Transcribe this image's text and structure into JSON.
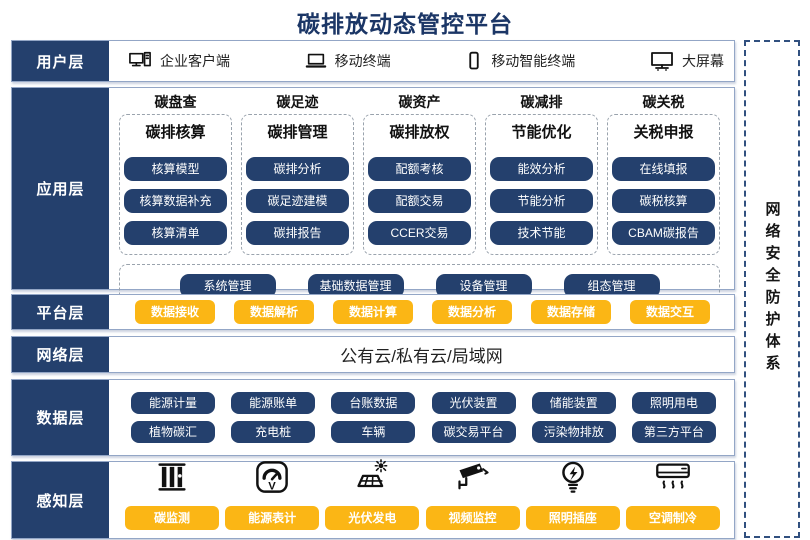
{
  "title": "碳排放动态管控平台",
  "colors": {
    "navy": "#24406d",
    "yellow": "#fbb615"
  },
  "security": {
    "label": "网络安全防护体系"
  },
  "user_layer": {
    "label": "用户层",
    "items": [
      {
        "icon": "desktop-pc-icon",
        "label": "企业客户端"
      },
      {
        "icon": "laptop-icon",
        "label": "移动终端"
      },
      {
        "icon": "smartphone-icon",
        "label": "移动智能终端"
      },
      {
        "icon": "monitor-icon",
        "label": "大屏幕"
      }
    ]
  },
  "application_layer": {
    "label": "应用层",
    "columns": [
      {
        "header": "碳盘查",
        "subheader": "碳排核算",
        "items": [
          "核算模型",
          "核算数据补充",
          "核算清单"
        ]
      },
      {
        "header": "碳足迹",
        "subheader": "碳排管理",
        "items": [
          "碳排分析",
          "碳足迹建模",
          "碳排报告"
        ]
      },
      {
        "header": "碳资产",
        "subheader": "碳排放权",
        "items": [
          "配额考核",
          "配额交易",
          "CCER交易"
        ]
      },
      {
        "header": "碳减排",
        "subheader": "节能优化",
        "items": [
          "能效分析",
          "节能分析",
          "技术节能"
        ]
      },
      {
        "header": "碳关税",
        "subheader": "关税申报",
        "items": [
          "在线填报",
          "碳税核算",
          "CBAM碳报告"
        ]
      }
    ],
    "management": [
      "系统管理",
      "基础数据管理",
      "设备管理",
      "组态管理"
    ]
  },
  "platform_layer": {
    "label": "平台层",
    "items": [
      "数据接收",
      "数据解析",
      "数据计算",
      "数据分析",
      "数据存储",
      "数据交互"
    ]
  },
  "network_layer": {
    "label": "网络层",
    "text": "公有云/私有云/局域网"
  },
  "data_layer": {
    "label": "数据层",
    "row1": [
      "能源计量",
      "能源账单",
      "台账数据",
      "光伏装置",
      "储能装置",
      "照明用电"
    ],
    "row2": [
      "植物碳汇",
      "充电桩",
      "车辆",
      "碳交易平台",
      "污染物排放",
      "第三方平台"
    ]
  },
  "perception_layer": {
    "label": "感知层",
    "items": [
      {
        "icon": "carbon-monitor-icon",
        "label": "碳监测"
      },
      {
        "icon": "energy-meter-icon",
        "label": "能源表计"
      },
      {
        "icon": "solar-panel-icon",
        "label": "光伏发电"
      },
      {
        "icon": "cctv-camera-icon",
        "label": "视频监控"
      },
      {
        "icon": "light-bulb-icon",
        "label": "照明插座"
      },
      {
        "icon": "air-conditioner-icon",
        "label": "空调制冷"
      }
    ]
  }
}
